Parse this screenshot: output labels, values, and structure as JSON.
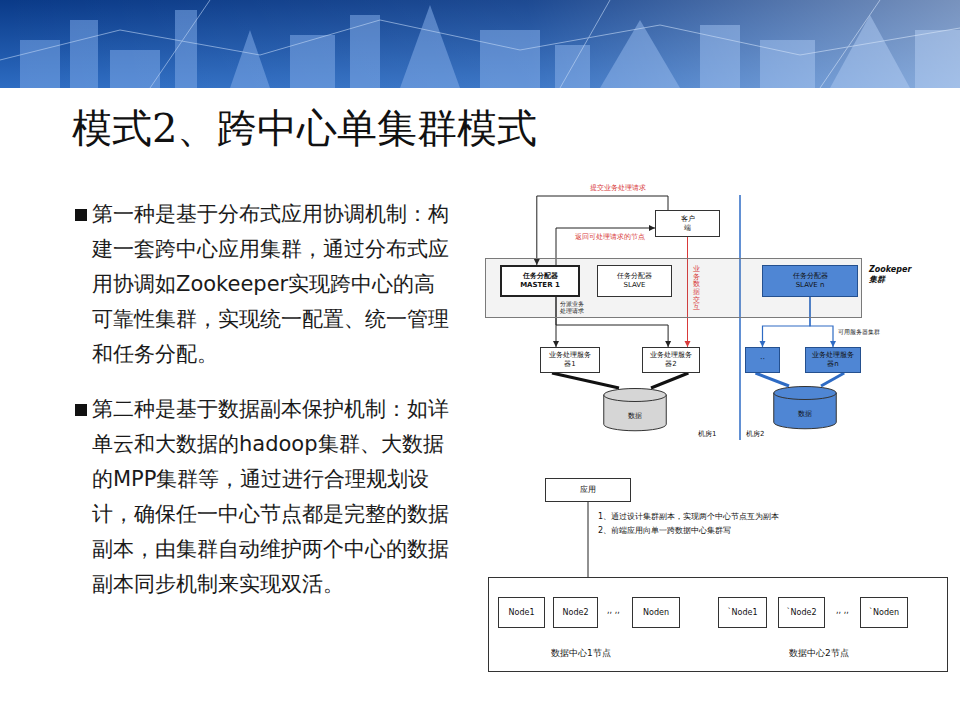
{
  "diagram": {
    "title": "模式2、跨中心单集群模式",
    "nodes": [
      {
        "text": [
          "客户端"
        ]
      },
      {
        "text": [
          "Zookeper 集群"
        ]
      },
      {
        "text": [
          "任务分配器 MASTER 1"
        ],
        "in": 1
      },
      {
        "text": [
          "任务分配器 SLAVE"
        ],
        "in": 1
      },
      {
        "text": [
          "任务分配器 SLAVE n"
        ],
        "in": 1
      },
      {
        "text": [
          "业务处理服务器1"
        ]
      },
      {
        "text": [
          "业务处理服务器2"
        ]
      },
      {
        "text": [
          "··"
        ]
      },
      {
        "text": [
          "业务处理服务器n"
        ]
      },
      {
        "text": [
          "数据"
        ]
      },
      {
        "text": [
          "数据"
        ]
      },
      {
        "text": [
          "应用"
        ]
      },
      {
        "text": [
          "数据中心1节点",
          "数据中心2节点"
        ]
      },
      {
        "text": [
          "Node1"
        ],
        "in": 12
      },
      {
        "text": [
          "Node2"
        ],
        "in": 12
      },
      {
        "text": [
          "Noden"
        ],
        "in": 12
      },
      {
        "text": [
          "`Node1"
        ],
        "in": 12
      },
      {
        "text": [
          "`Node2"
        ],
        "in": 12
      },
      {
        "text": [
          "`Noden"
        ],
        "in": 12
      }
    ],
    "edges": [
      {
        "from": 0,
        "to": 2,
        "arrow": "to",
        "label": "提交业务处理请求"
      },
      {
        "from": 2,
        "to": 0,
        "arrow": "to",
        "label": "返回可处理请求的节点"
      },
      {
        "from": 0,
        "to": 6,
        "arrow": "to",
        "label": "业务数据交互"
      },
      {
        "from": 2,
        "to": 5,
        "arrow": "to",
        "label": "分派业务处理请求"
      },
      {
        "from": 2,
        "to": 6,
        "arrow": "to"
      },
      {
        "from": 4,
        "to": 7,
        "arrow": "to"
      },
      {
        "from": 4,
        "to": 8,
        "arrow": "to"
      },
      {
        "from": 5,
        "to": 9,
        "arrow": "none"
      },
      {
        "from": 6,
        "to": 9,
        "arrow": "none"
      },
      {
        "from": 7,
        "to": 10,
        "arrow": "none"
      },
      {
        "from": 8,
        "to": 10,
        "arrow": "none"
      },
      {
        "from": 11,
        "to": 12,
        "arrow": "none"
      }
    ],
    "labels": [
      "第一种是基于分布式应用协调机制：构建一套跨中心应用集群，通过分布式应用协调如Zookeeper实现跨中心的高可靠性集群，实现统一配置、统一管理和任务分配。",
      "第二种是基于数据副本保护机制：如详单云和大数据的hadoop集群、大数据的MPP集群等，通过进行合理规划设计，确保任一中心节点都是完整的数据副本，由集群自动维护两个中心的数据副本同步机制来实现双活。",
      "机房1",
      "机房2",
      "可用服务器集群",
      "1、通过设计集群副本，实现两个中心节点互为副本",
      "2、前端应用向单一跨数据中心集群写",
      ",, ,,",
      ",, ,,"
    ]
  }
}
